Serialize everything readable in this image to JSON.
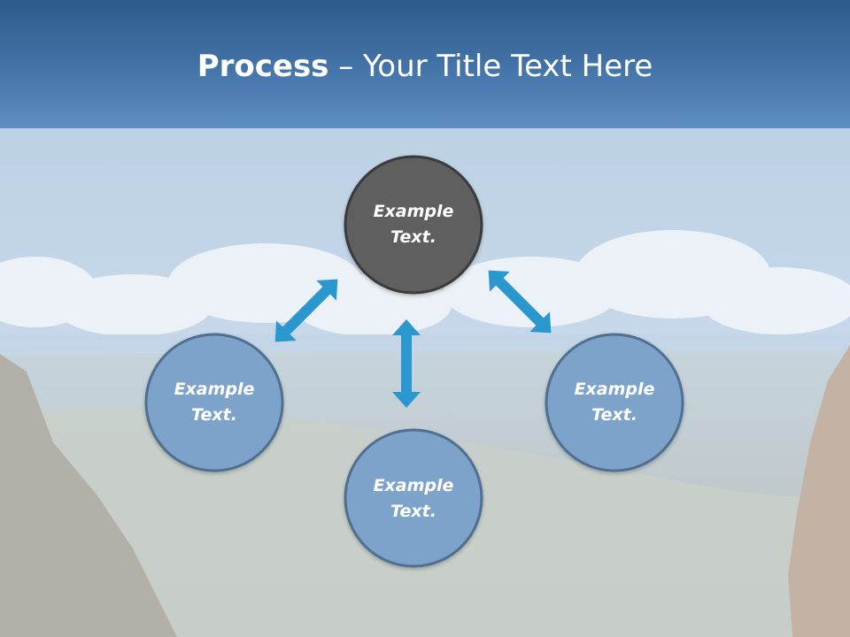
{
  "title": {
    "bold": "Process",
    "rest": " – Your Title Text Here"
  },
  "nodes": [
    {
      "id": "center",
      "text_line1": "Example",
      "text_line2": "Text.",
      "fill": "#5e5e5e"
    },
    {
      "id": "left",
      "text_line1": "Example",
      "text_line2": "Text.",
      "fill": "#7ea3cb"
    },
    {
      "id": "bottom",
      "text_line1": "Example",
      "text_line2": "Text.",
      "fill": "#7ea3cb"
    },
    {
      "id": "right",
      "text_line1": "Example",
      "text_line2": "Text.",
      "fill": "#7ea3cb"
    }
  ],
  "colors": {
    "header": "#3f6fa3",
    "arrow": "#2b97cf",
    "node_stroke": "#3a3a3a",
    "node_stroke_blue": "#4f6f90"
  }
}
